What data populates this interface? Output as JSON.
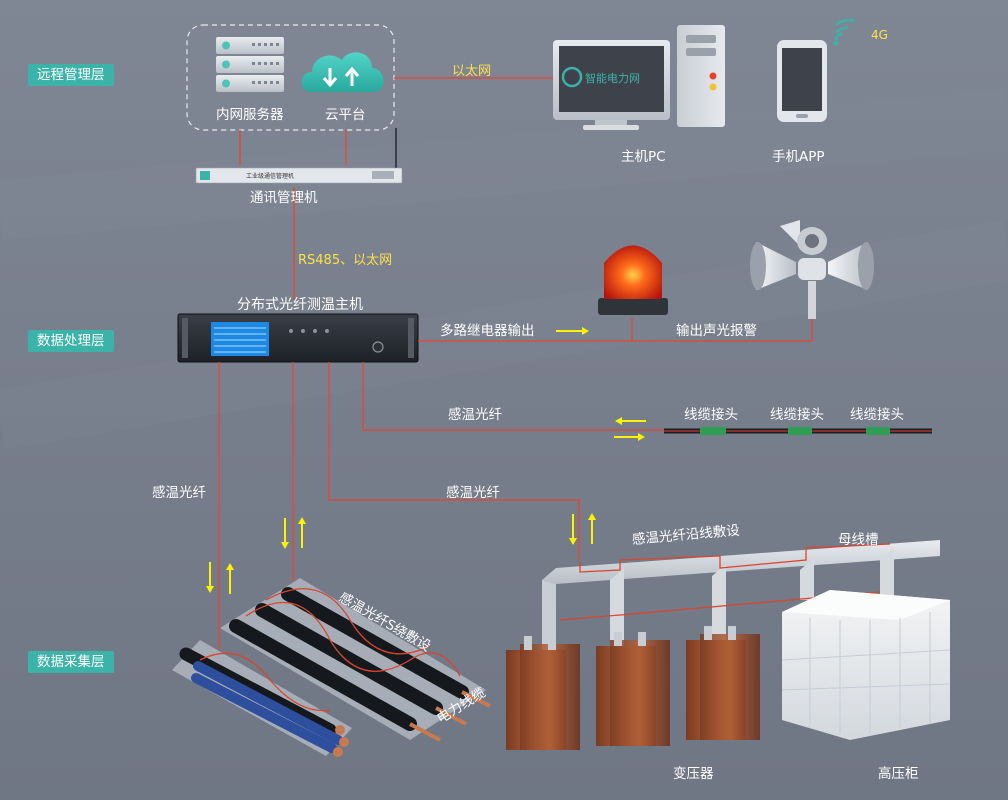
{
  "layers": {
    "remote": "远程管理层",
    "processing": "数据处理层",
    "collection": "数据采集层"
  },
  "remote": {
    "server_label": "内网服务器",
    "cloud_label": "云平台",
    "ethernet_label": "以太网",
    "pc_label": "主机PC",
    "phone_label": "手机APP",
    "signal_label": "4G",
    "comm_label": "通讯管理机",
    "comm_plate_text": "工业级通信管理机",
    "brand_text": "智能电力网"
  },
  "processing": {
    "link_label": "RS485、以太网",
    "host_label": "分布式光纤测温主机",
    "relay_label": "多路继电器输出",
    "alarm_label": "输出声光报警",
    "fiber_label": "感温光纤",
    "joint_labels": [
      "线缆接头",
      "线缆接头",
      "线缆接头"
    ]
  },
  "collection": {
    "fiber_left_label": "感温光纤",
    "fiber_mid_label": "感温光纤",
    "s_laying_label": "感温光纤S绕敷设",
    "cable_label": "电力线缆",
    "along_laying_label": "感温光纤沿线敷设",
    "busbar_label": "母线槽",
    "transformer_label": "变压器",
    "hv_cabinet_label": "高压柜"
  },
  "colors": {
    "background": "#7b8290",
    "layer_tag": "#3bb3a8",
    "fiber_line": "#d9452e",
    "link_label": "#ffe14a",
    "arrow": "#fff200"
  }
}
